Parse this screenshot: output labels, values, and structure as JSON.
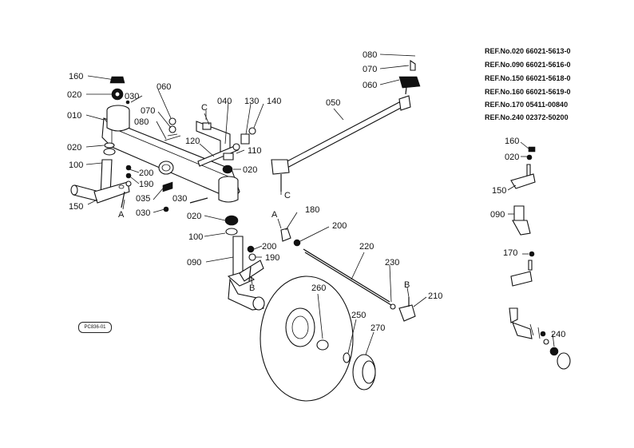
{
  "part_labels": {
    "p010": "010",
    "p020a": "020",
    "p020b": "020",
    "p020c": "020",
    "p020d": "020",
    "p030a": "030",
    "p030b": "030",
    "p030c": "030",
    "p035": "035",
    "p040": "040",
    "p050": "050",
    "p060a": "060",
    "p060b": "060",
    "p070a": "070",
    "p070b": "070",
    "p080a": "080",
    "p080b": "080",
    "p090": "090",
    "p100a": "100",
    "p100b": "100",
    "p110": "110",
    "p120": "120",
    "p130": "130",
    "p140": "140",
    "p150": "150",
    "p160": "160",
    "p180": "180",
    "p190a": "190",
    "p190b": "190",
    "p200a": "200",
    "p200b": "200",
    "p200c": "200",
    "p210": "210",
    "p220": "220",
    "p230": "230",
    "p250": "250",
    "p260": "260",
    "p270": "270"
  },
  "callouts": {
    "A1": "A",
    "A2": "A",
    "B1": "B",
    "B2": "B",
    "C1": "C",
    "C2": "C"
  },
  "references": [
    "REF.No.020 66021-5613-0",
    "REF.No.090 66021-5616-0",
    "REF.No.150 66021-5618-0",
    "REF.No.160 66021-5619-0",
    "REF.No.170 05411-00840",
    "REF.No.240 02372-50200"
  ],
  "side_labels": {
    "s160": "160",
    "s020": "020",
    "s150": "150",
    "s090": "090",
    "s170": "170",
    "s240": "240"
  },
  "stamp": "PC836-01"
}
